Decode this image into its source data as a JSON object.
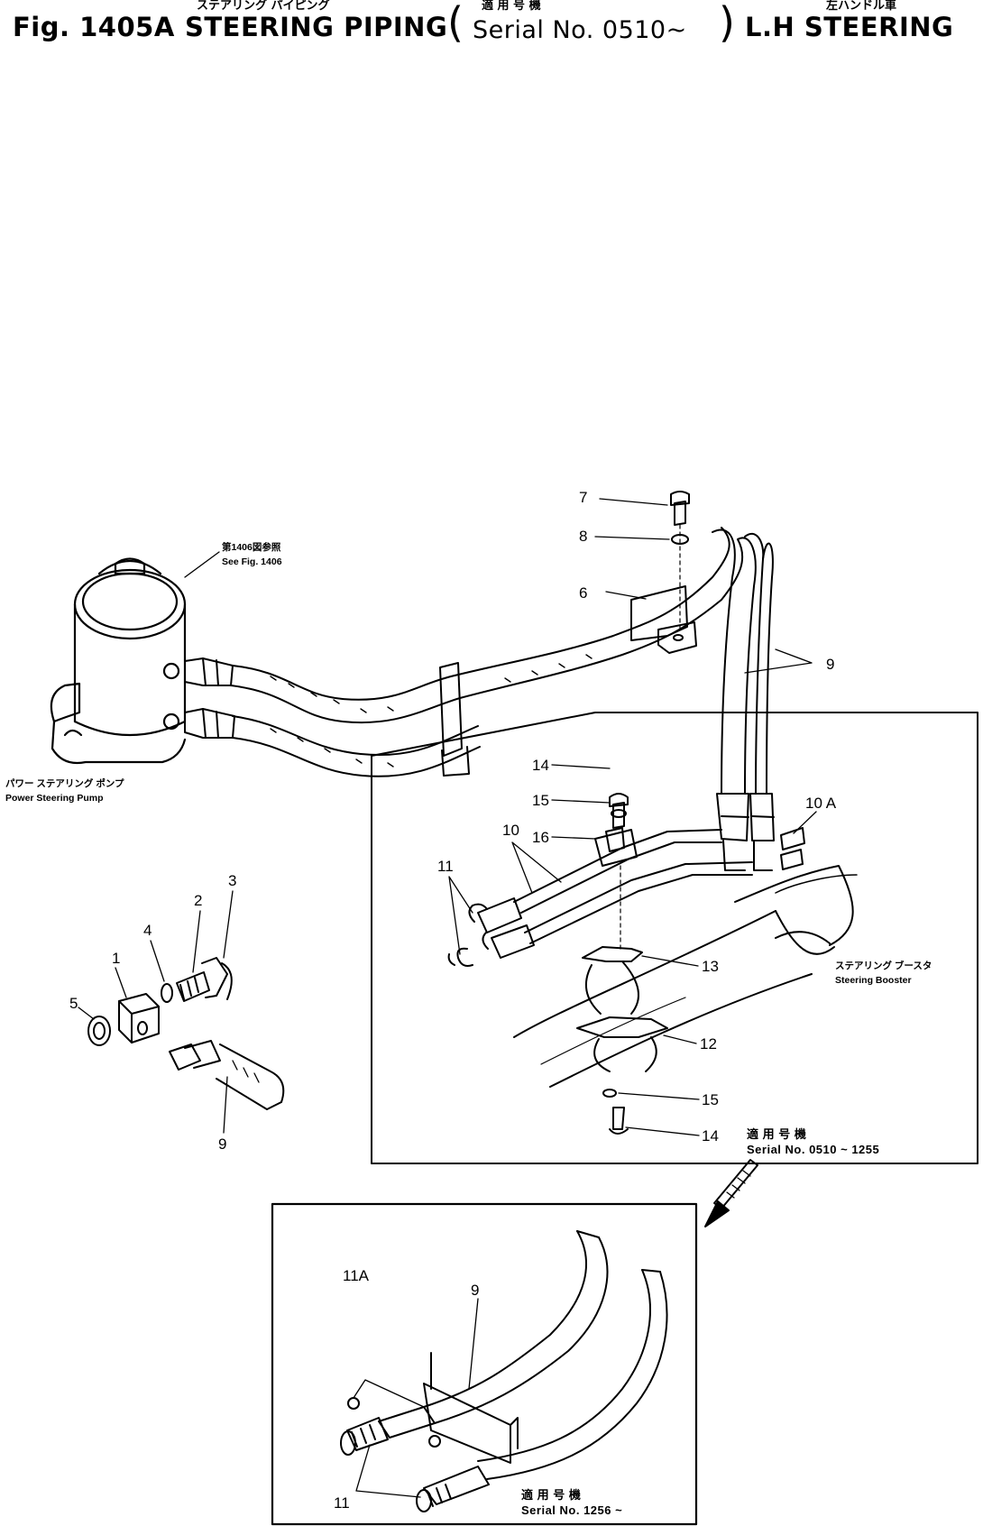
{
  "header": {
    "fig": "Fig. 1405A",
    "title": "STEERING PIPING",
    "title_kana": "ステアリング パイピング",
    "serial_kana": "適 用 号 機",
    "serial": "Serial No. 0510~",
    "variant_kana": "左ハンドル車",
    "variant": "L.H STEERING"
  },
  "callouts": {
    "see_fig_jp": "第1406図参照",
    "see_fig": "See Fig. 1406",
    "pump_jp": "パワー ステアリング ポンプ",
    "pump": "Power Steering Pump",
    "booster_jp": "ステアリング ブースタ",
    "booster": "Steering Booster"
  },
  "insets": {
    "upper_jp": "適 用 号 機",
    "upper_serial": "Serial No. 0510 ~ 1255",
    "lower_jp": "適 用 号 機",
    "lower_serial": "Serial No. 1256 ~"
  },
  "parts": {
    "p1": "1",
    "p2": "2",
    "p3": "3",
    "p4": "4",
    "p5": "5",
    "p6": "6",
    "p7": "7",
    "p8": "8",
    "p9": "9",
    "p10": "10",
    "p10a": "10 A",
    "p11": "11",
    "p11a": "11A",
    "p12": "12",
    "p13": "13",
    "p14": "14",
    "p15": "15",
    "p16": "16"
  }
}
